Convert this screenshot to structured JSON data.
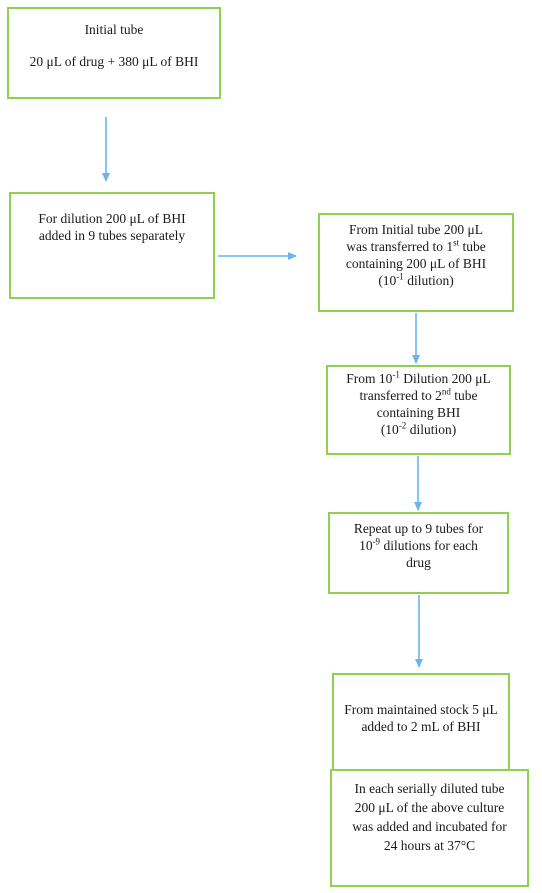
{
  "diagram": {
    "colors": {
      "box_border": "#8fd14f",
      "arrow": "#6cb4ec",
      "text": "#1a1a1a"
    },
    "boxes": {
      "initial": {
        "line1": "Initial tube",
        "line2": "20 μL of drug + 380 μL of BHI"
      },
      "dilution": {
        "line1": "For dilution 200 μL of BHI",
        "line2": "added in 9 tubes separately"
      },
      "first": {
        "line1": "From Initial tube 200 μL",
        "line2_pre": "was transferred to 1",
        "line2_sup": "st",
        "line2_post": " tube",
        "line3": "containing 200 μL of BHI",
        "line4_pre": "(10",
        "line4_sup": "-1",
        "line4_post": " dilution)"
      },
      "second": {
        "line1_pre": "From 10",
        "line1_sup": "-1",
        "line1_post": " Dilution 200 μL",
        "line2_pre": "transferred to 2",
        "line2_sup": "nd",
        "line2_post": " tube",
        "line3": "containing BHI",
        "line4_pre": "(10",
        "line4_sup": "-2",
        "line4_post": " dilution)"
      },
      "repeat": {
        "line1": "Repeat up to 9 tubes for",
        "line2_pre": "10",
        "line2_sup": "-9",
        "line2_post": " dilutions for each",
        "line3": "drug"
      },
      "stock": {
        "line1": "From maintained stock 5 μL",
        "line2": "added to 2 mL of BHI"
      },
      "each": {
        "line1": "In each serially diluted tube",
        "line2": "200 μL of the above culture",
        "line3": "was added and incubated for",
        "line4": "24 hours at 37°C"
      }
    }
  }
}
